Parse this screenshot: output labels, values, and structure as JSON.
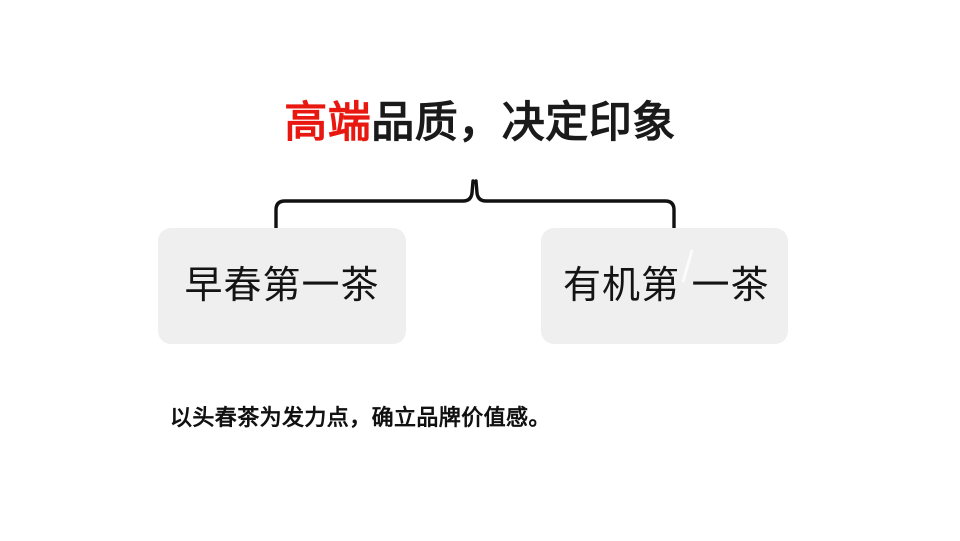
{
  "slide": {
    "background_color": "#FFFFFF",
    "title": {
      "accent_text": "高端",
      "rest_text": "品质，决定印象",
      "full_text": "高端品质，决定印象",
      "accent_color": "#E8170F",
      "text_color": "#1A1A1A"
    },
    "connector": {
      "type": "curly-brace",
      "color": "#111111"
    },
    "boxes": [
      {
        "label": "早春第一茶",
        "fill_color": "#EFEFEF",
        "text_color": "#141414"
      },
      {
        "label": "有机第 一茶",
        "fill_color": "#EFEFEF",
        "text_color": "#141414"
      }
    ],
    "caption": {
      "text": "以头春茶为发力点，确立品牌价值感。",
      "text_color": "#111111"
    }
  }
}
